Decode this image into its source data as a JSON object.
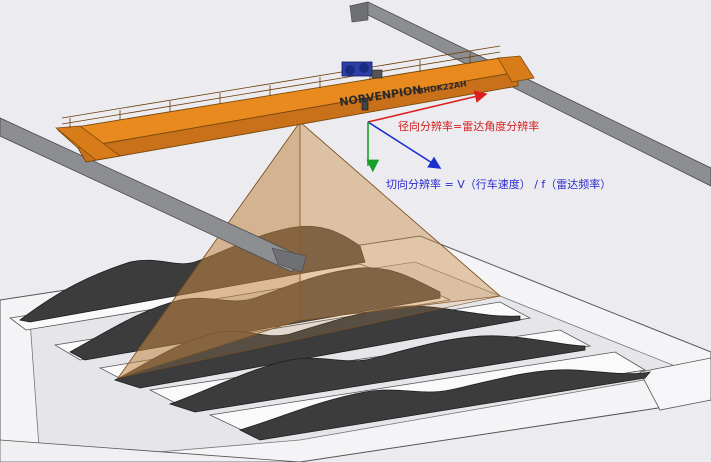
{
  "crane": {
    "brand": "NORVENPION",
    "capacity_plate": "BHDK22AH"
  },
  "annotations": {
    "radial_resolution": "径向分辨率=雷达角度分辨率",
    "tangential_resolution": "切向分辨率 = V（行车速度） / f（雷达频率）"
  },
  "colors": {
    "crane_orange": "#e88a1e",
    "radar_beam": "#b97a38",
    "rail_steel": "#8c8e92",
    "pile_dark": "#3c3c3c",
    "arrow_red": "#e01e1e",
    "arrow_blue": "#1a2fd0",
    "arrow_green": "#16a02a",
    "text_red": "#d42020",
    "text_blue": "#2a2ad0"
  }
}
